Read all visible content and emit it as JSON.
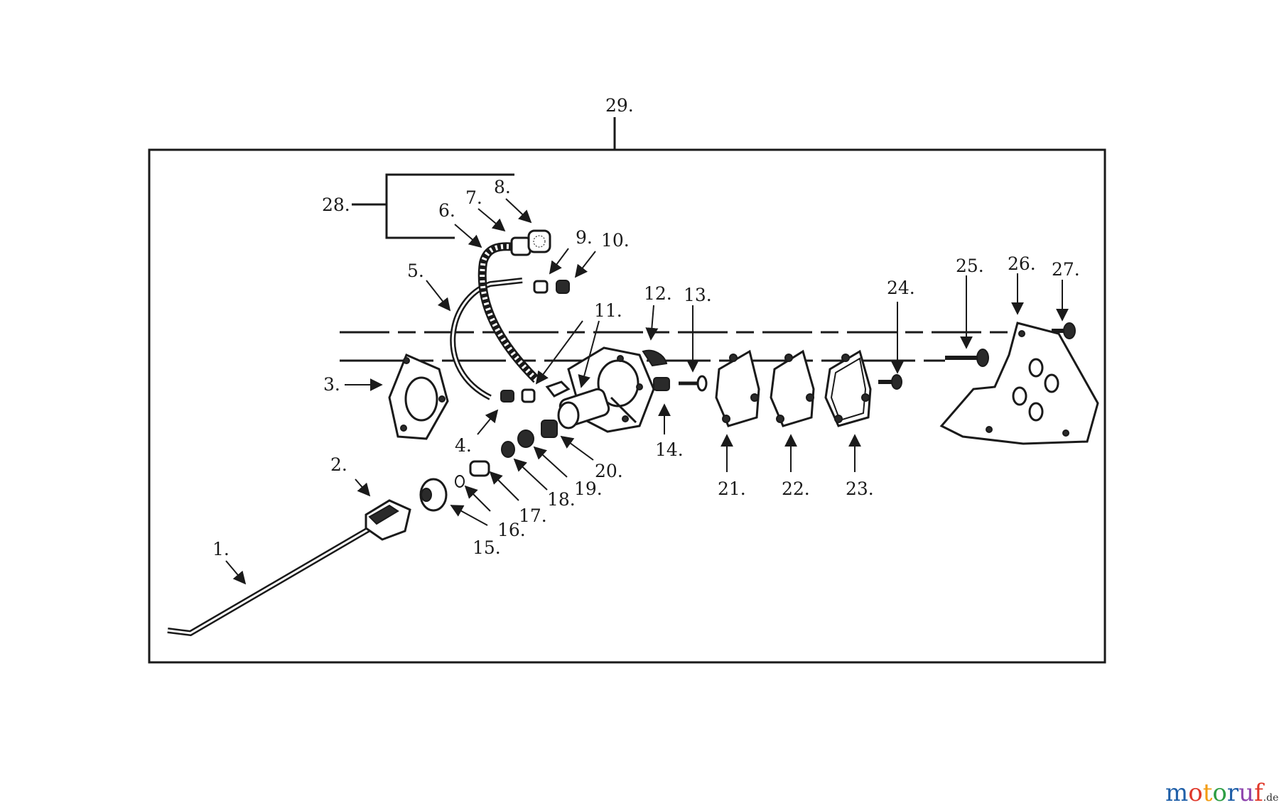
{
  "diagram": {
    "assembly_label": "29.",
    "callouts": [
      "1.",
      "2.",
      "3.",
      "4.",
      "5.",
      "6.",
      "7.",
      "8.",
      "9.",
      "10.",
      "11.",
      "12.",
      "13.",
      "14.",
      "15.",
      "16.",
      "17.",
      "18.",
      "19.",
      "20.",
      "21.",
      "22.",
      "23.",
      "24.",
      "25.",
      "26.",
      "27.",
      "28."
    ]
  },
  "watermark": {
    "parts": [
      "m",
      "o",
      "t",
      "o",
      "r",
      "u",
      "f"
    ],
    "colors": [
      "#1f5fa8",
      "#e0392b",
      "#f39c12",
      "#2e9e44",
      "#1f5fa8",
      "#8e44ad",
      "#e0392b"
    ],
    "suffix": ".de"
  }
}
